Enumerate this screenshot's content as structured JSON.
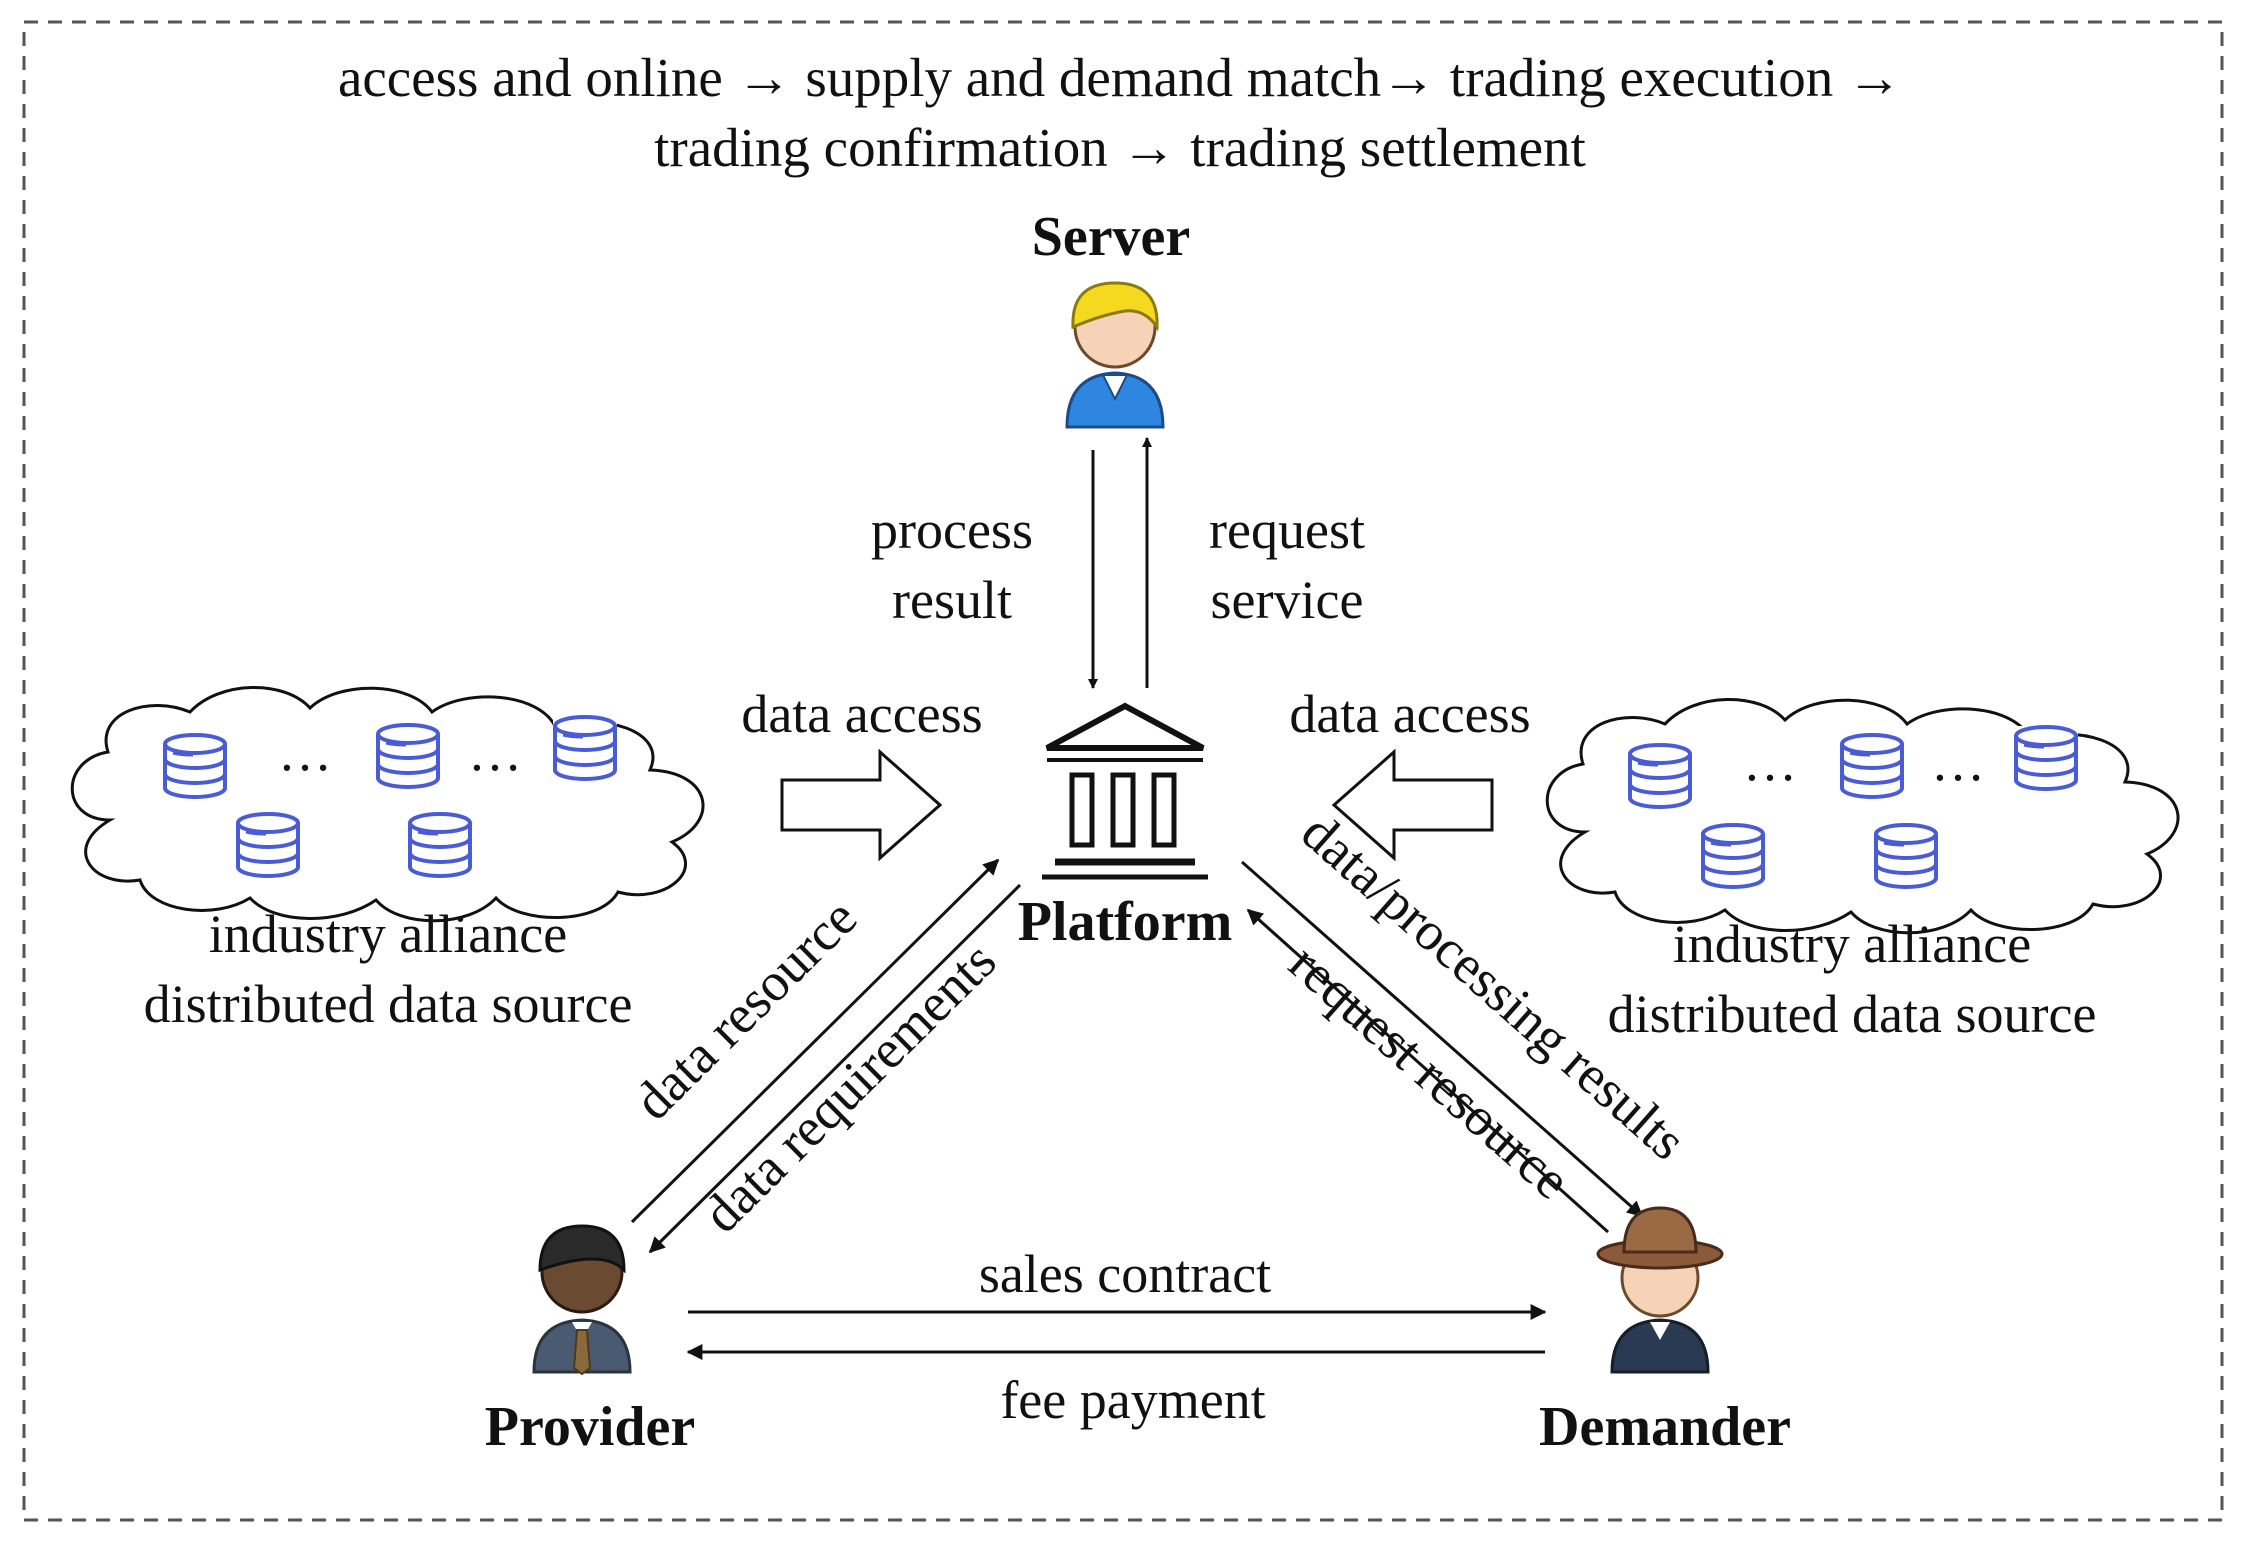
{
  "process_flow": {
    "line1": "access and online → supply and demand match→ trading execution →",
    "line2": "trading confirmation → trading settlement"
  },
  "actors": {
    "server": "Server",
    "platform": "Platform",
    "provider": "Provider",
    "demander": "Demander"
  },
  "edges": {
    "process_result": [
      "process",
      "result"
    ],
    "request_service": [
      "request",
      "service"
    ],
    "data_access_left": "data access",
    "data_access_right": "data access",
    "data_resource": "data resource",
    "data_requirements": "data requirements",
    "data_processing_results": "data/processing results",
    "request_resource": "request resource",
    "sales_contract": "sales contract",
    "fee_payment": "fee payment"
  },
  "data_sources": {
    "left": [
      "industry alliance",
      "distributed data source"
    ],
    "right": [
      "industry alliance",
      "distributed data source"
    ],
    "ellipsis": "…"
  },
  "colors": {
    "database": "#4a5bd6",
    "line": "#111111",
    "border": "#555555"
  }
}
